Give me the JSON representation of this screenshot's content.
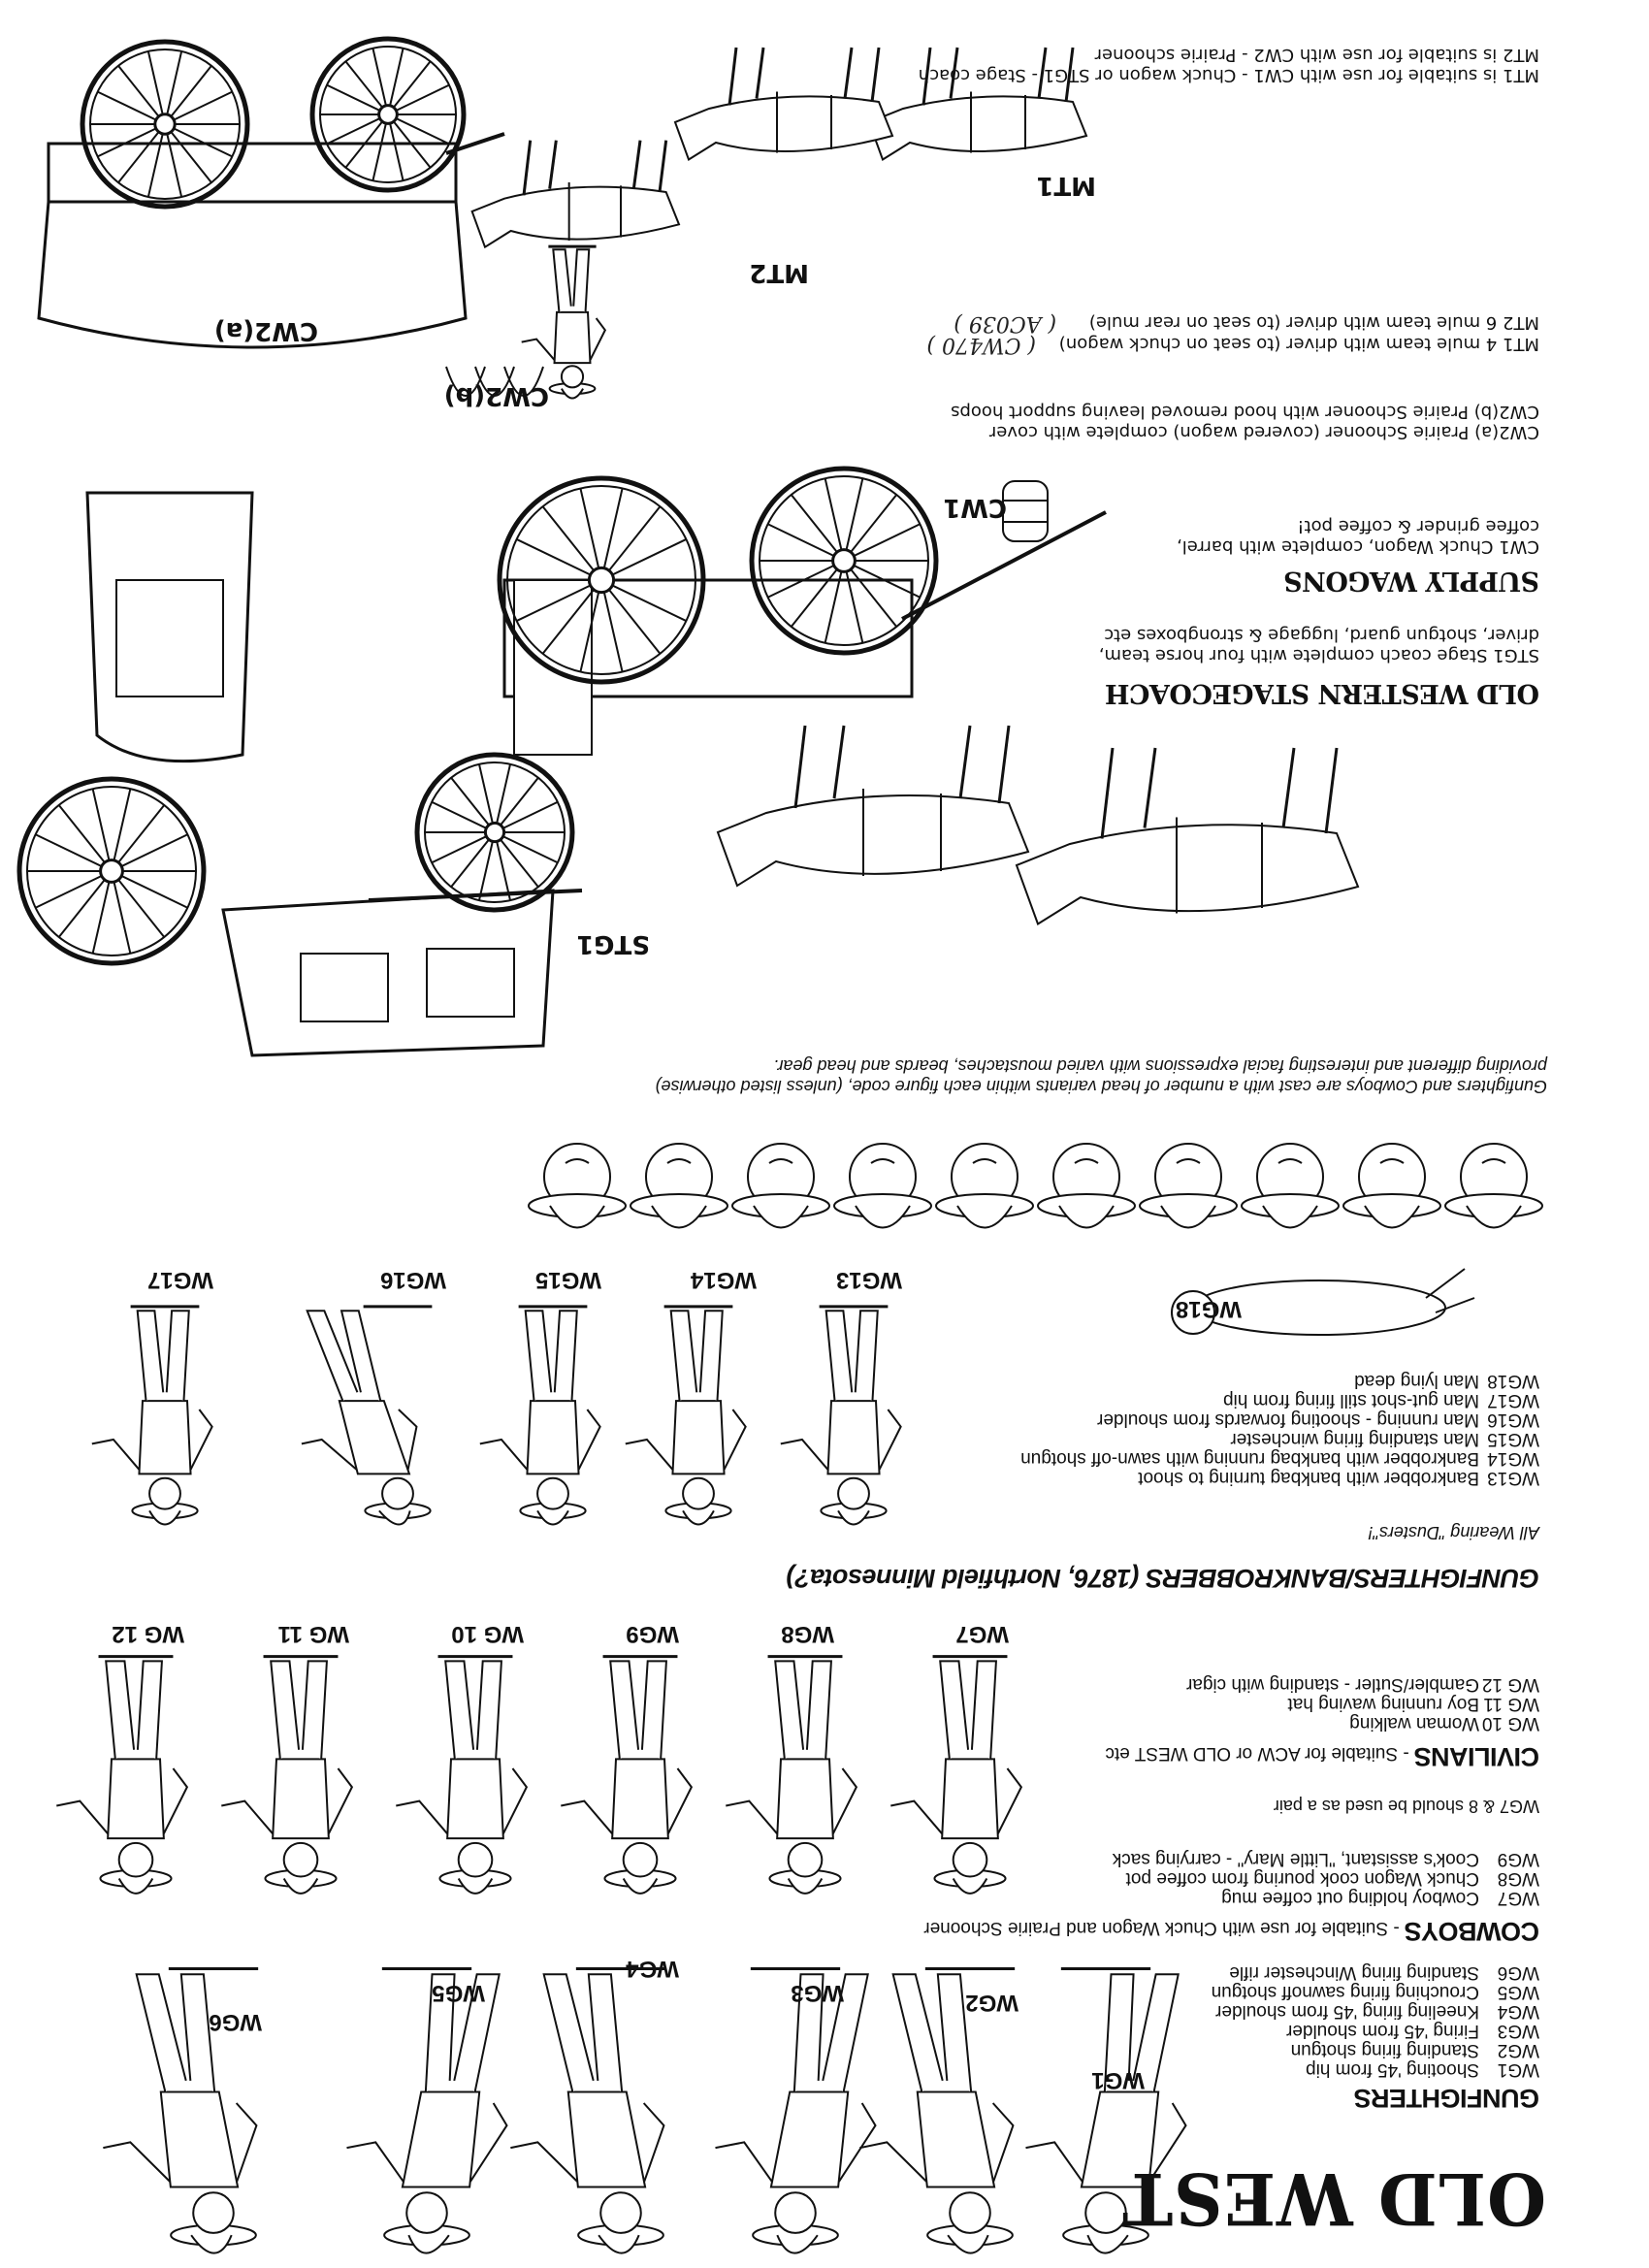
{
  "title": "OLD WEST",
  "gunfighters": {
    "heading": "GUNFIGHTERS",
    "items": [
      {
        "code": "WG1",
        "desc": "Shooting '45 from hip"
      },
      {
        "code": "WG2",
        "desc": "Standing firing shotgun"
      },
      {
        "code": "WG3",
        "desc": "Firing '45 from shoulder"
      },
      {
        "code": "WG4",
        "desc": "Kneeling firing '45 from shoulder"
      },
      {
        "code": "WG5",
        "desc": "Crouching firing sawnoff shotgun"
      },
      {
        "code": "WG6",
        "desc": "Standing firing Winchester rifle"
      }
    ]
  },
  "cowboys": {
    "heading": "COWBOYS",
    "subtitle": " - Suitable for use with Chuck Wagon and Prairie Schooner",
    "items": [
      {
        "code": "WG7",
        "desc": "Cowboy holding out coffee mug"
      },
      {
        "code": "WG8",
        "desc": "Chuck Wagon cook pouring from coffee pot"
      },
      {
        "code": "WG9",
        "desc": "Cook's assistant, \"Little Mary\" - carrying sack"
      }
    ],
    "note": "WG7 & 8 should be used as a pair"
  },
  "civilians": {
    "heading": "CIVILIANS",
    "subtitle": " - Suitable for ACW or OLD WEST etc",
    "items": [
      {
        "code": "WG 10",
        "desc": "Woman walking"
      },
      {
        "code": "WG 11",
        "desc": "Boy running waving hat"
      },
      {
        "code": "WG 12",
        "desc": "Gambler/Sutler - standing with cigar"
      }
    ]
  },
  "bankrobbers": {
    "heading": "GUNFIGHTERS/BANKROBBERS (1876, Northfield Minnesota?)",
    "note": "All Wearing \"Dusters\"!",
    "items": [
      {
        "code": "WG13",
        "desc": "Bankrobber with bankbag turning to shoot"
      },
      {
        "code": "WG14",
        "desc": "Bankrobber with bankbag running with sawn-off shotgun"
      },
      {
        "code": "WG15",
        "desc": "Man standing firing winchester"
      },
      {
        "code": "WG16",
        "desc": "Man running - shooting forwards from shoulder"
      },
      {
        "code": "WG17",
        "desc": "Man gut-shot still firing from hip"
      },
      {
        "code": "WG18",
        "desc": "Man lying dead"
      }
    ]
  },
  "heads_note": {
    "line1": "Gunfighters and Cowboys are cast with a number of head variants within each figure code, (unless listed otherwise)",
    "line2": "providing different and interesting facial expressions with varied moustaches, beards and head gear."
  },
  "stagecoach": {
    "heading": "OLD WESTERN STAGECOACH",
    "line1": "STG1 Stage coach complete with four horse team,",
    "line2": "driver, shotgun guard, luggage & strongboxes etc"
  },
  "supply": {
    "heading": "SUPPLY WAGONS",
    "cw1_line1": "CW1 Chuck Wagon, complete with barrel,",
    "cw1_line2": "coffee grinder & coffee pot!",
    "cw2a": "CW2(a) Prairie Schooner (covered wagon) complete with cover",
    "cw2b": "CW2(b) Prairie Schooner with hood removed leaving support hoops",
    "mt1": "MT1 4 mule team with driver (to seat on chuck wagon)",
    "mt2": "MT2 6 mule team with driver (to seat on rear mule)",
    "mt1_handwritten": "( CW470 )",
    "mt2_handwritten": "( AC039 )"
  },
  "suitability": {
    "mt1": "MT1 is suitable for use with CW1 - Chuck wagon or STG1 - Stage coach",
    "mt2": "MT2 is suitable for use with CW2 - Prairie schooner"
  },
  "figure_labels": [
    "WG1",
    "WG2",
    "WG3",
    "WG4",
    "WG5",
    "WG6",
    "WG7",
    "WG8",
    "WG9",
    "WG 10",
    "WG 11",
    "WG 12",
    "WG13",
    "WG14",
    "WG15",
    "WG16",
    "WG17",
    "WG18"
  ],
  "drawing_labels": {
    "stg1": "STG1",
    "cw1": "CW1",
    "cw2b": "CW2(b)",
    "cw2a": "CW2(a)",
    "mt2": "MT2",
    "mt1": "MT1"
  }
}
